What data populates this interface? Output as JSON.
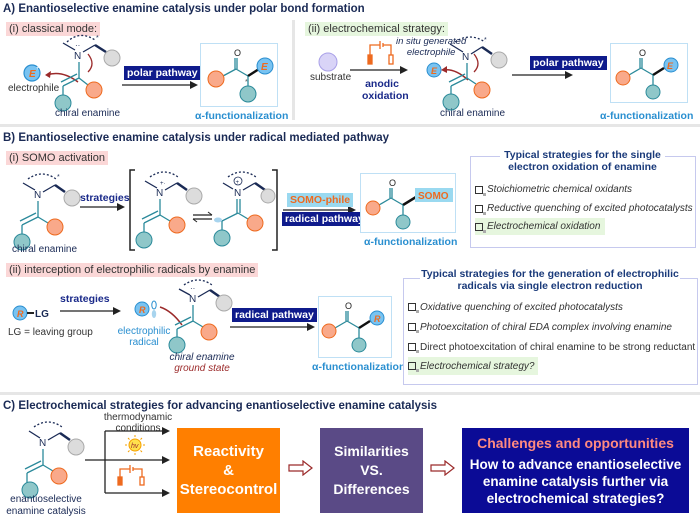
{
  "sectionA": {
    "title": "A) Enantioselective enamine catalysis under polar bond formation",
    "classical": {
      "label": "(i) classical mode:",
      "electrophile_symbol": "E",
      "electrophile_label": "electrophile",
      "enamine_label": "chiral enamine",
      "pathway_tag": "polar pathway",
      "product_group": "E",
      "product_label": "α-functionalization"
    },
    "electrochemical": {
      "label": "(ii) electrochemical strategy:",
      "substrate_label": "substrate",
      "arrow_label_line1": "anodic",
      "arrow_label_line2": "oxidation",
      "insitu_line1": "in situ generated",
      "insitu_line2": "electrophile",
      "electrophile_symbol": "E",
      "enamine_label": "chiral enamine",
      "pathway_tag": "polar pathway",
      "product_group": "E",
      "product_label": "α-functionalization"
    }
  },
  "sectionB": {
    "title": "B) Enantioselective enamine catalysis under radical mediated pathway",
    "somo": {
      "label": "(i) SOMO activation",
      "enamine_label": "chiral enamine",
      "arrow_label": "strategies",
      "somophile_tag": "SOMO-phile",
      "pathway_tag": "radical pathway",
      "product_group": "SOMO",
      "product_label": "α-functionalization",
      "box_title_line1": "Typical strategies for the single",
      "box_title_line2": "electron oxidation of enamine",
      "items": [
        {
          "text": "Stoichiometric chemical oxidants",
          "highlight": false
        },
        {
          "text": "Reductive quenching of excited photocatalysts",
          "highlight": false
        },
        {
          "text": "Electrochemical oxidation",
          "highlight": true
        }
      ]
    },
    "interception": {
      "label": "(ii) interception of electrophilic radicals by enamine",
      "reagent_symbol": "R",
      "reagent_suffix": "LG",
      "lg_note": "LG = leaving group",
      "arrow_label": "strategies",
      "radical_line1": "electrophilic",
      "radical_line2": "radical",
      "enamine_line1": "chiral enamine",
      "enamine_line2": "ground state",
      "pathway_tag": "radical pathway",
      "product_group": "R",
      "product_label": "α-functionalization",
      "box_title_line1": "Typical strategies for the generation of electrophilic",
      "box_title_line2": "radicals via single electron reduction",
      "items": [
        {
          "text": "Oxidative quenching of excited photocatalysts",
          "italic": true,
          "highlight": false
        },
        {
          "text": "Photoexcitation of chiral EDA complex involving enamine",
          "italic": true,
          "highlight": false
        },
        {
          "text": "Direct photoexcitation of chiral enamine to be strong reductant",
          "italic": false,
          "highlight": false
        },
        {
          "text": "Electrochemical strategy?",
          "italic": true,
          "highlight": true
        }
      ]
    }
  },
  "sectionC": {
    "title": "C) Electrochemical strategies for advancing enantioselective enamine catalysis",
    "enamine_line1": "enantioselective",
    "enamine_line2": "enamine catalysis",
    "thermo_line1": "thermodynamic",
    "thermo_line2": "conditions",
    "hv_symbol": "hv",
    "box1": {
      "line1": "Reactivity",
      "line2": "&",
      "line3": "Stereocontrol",
      "color": "#ff7f00"
    },
    "box2": {
      "line1": "Similarities",
      "line2": "VS.",
      "line3": "Differences",
      "color": "#5a4a86"
    },
    "box3": {
      "title": "Challenges and opportunities",
      "line1": "How to advance enantioselective",
      "line2": "enamine catalysis further via",
      "line3": "electrochemical strategies?",
      "color": "#0b0b96",
      "title_color": "#ff8a80"
    }
  },
  "colors": {
    "orange_group": "#f9a98a",
    "teal_group": "#8fc7c9",
    "gray_group": "#dcdcdc",
    "blue_group": "#79c3f1",
    "substrate": "#d9d4f7",
    "enamine_stroke": "#2b8a9a",
    "navy": "#1a2a55",
    "red_arrow": "#9b2a2a"
  }
}
